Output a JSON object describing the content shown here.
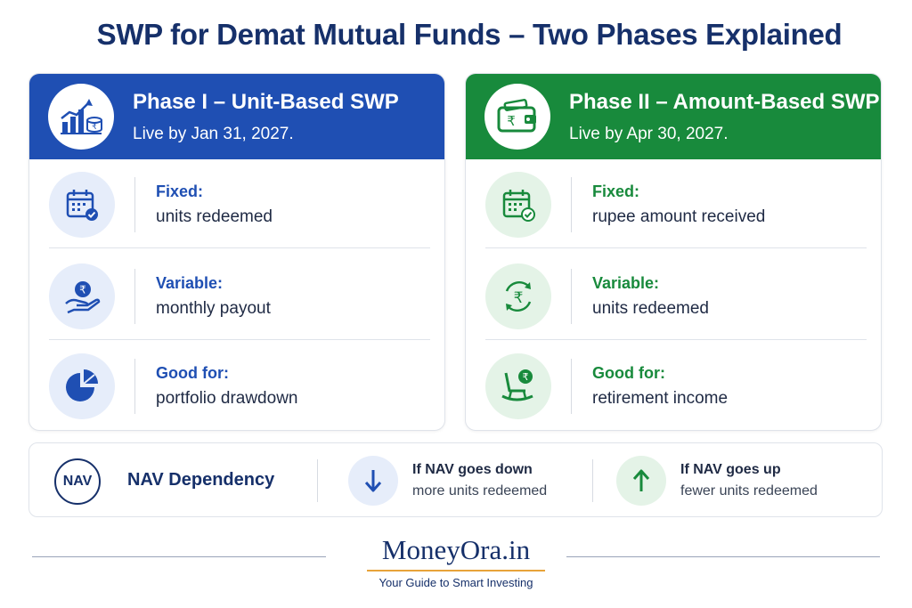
{
  "title": "SWP for Demat Mutual Funds – Two Phases Explained",
  "phase1": {
    "title": "Phase I – Unit-Based SWP",
    "subtitle": "Live by Jan 31, 2027.",
    "icon": "growth-chart-coins-icon",
    "color": "#1f4fb3",
    "rows": [
      {
        "label": "Fixed:",
        "value": "units redeemed",
        "icon": "calendar-check-icon"
      },
      {
        "label": "Variable:",
        "value": "monthly payout",
        "icon": "rupee-hand-icon"
      },
      {
        "label": "Good for:",
        "value": "portfolio drawdown",
        "icon": "pie-chart-icon"
      }
    ]
  },
  "phase2": {
    "title": "Phase II – Amount-Based SWP",
    "subtitle": "Live by Apr 30, 2027.",
    "icon": "rupee-wallet-icon",
    "color": "#188a3c",
    "rows": [
      {
        "label": "Fixed:",
        "value": "rupee amount received",
        "icon": "calendar-check-icon"
      },
      {
        "label": "Variable:",
        "value": "units redeemed",
        "icon": "rupee-cycle-icon"
      },
      {
        "label": "Good for:",
        "value": "retirement income",
        "icon": "rocking-chair-icon"
      }
    ]
  },
  "nav": {
    "badge": "NAV",
    "title": "NAV Dependency",
    "down": {
      "strong": "If NAV goes down",
      "weak": "more units redeemed",
      "icon": "arrow-down-icon"
    },
    "up": {
      "strong": "If NAV goes up",
      "weak": "fewer units redeemed",
      "icon": "arrow-up-icon"
    }
  },
  "footer": {
    "brand": "MoneyOra.in",
    "tagline": "Your Guide to Smart Investing"
  }
}
